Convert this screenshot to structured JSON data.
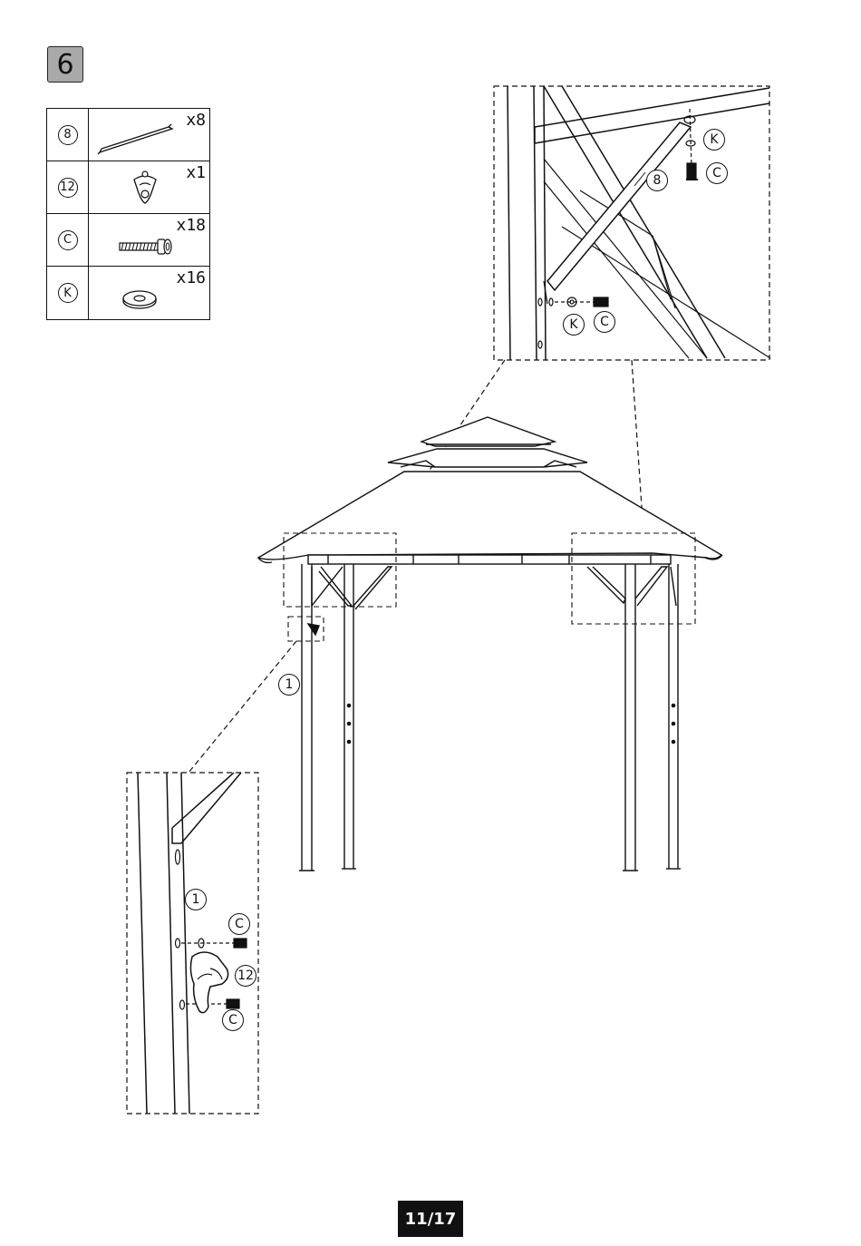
{
  "step": "6",
  "parts": [
    {
      "id": "8",
      "qty": "x8",
      "icon": "brace-bar-icon"
    },
    {
      "id": "12",
      "qty": "x1",
      "icon": "bottle-opener-icon"
    },
    {
      "id": "C",
      "qty": "x18",
      "icon": "bolt-icon"
    },
    {
      "id": "K",
      "qty": "x16",
      "icon": "washer-icon"
    }
  ],
  "callouts": {
    "top_k_1": "K",
    "top_c_1": "C",
    "top_8": "8",
    "top_k_2": "K",
    "top_c_2": "C",
    "main_1": "1",
    "bottom_1": "1",
    "bottom_c_1": "C",
    "bottom_12": "12",
    "bottom_c_2": "C"
  },
  "page": "11/17"
}
